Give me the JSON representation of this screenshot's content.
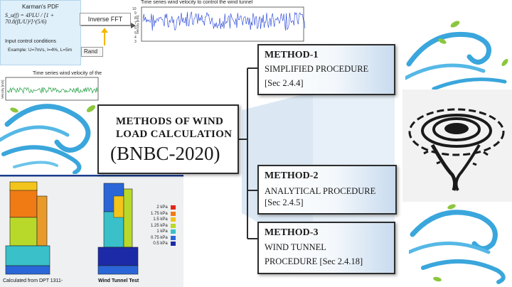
{
  "top_panel": {
    "pdf_title": "Karman's PDF",
    "formula": "S_u(f) = 4I²LU / [1 + 70.8(fL/U)²]^(5/6)",
    "input_label": "Input control conditions",
    "example": "Example:   U=7m/s, I=4%, L=5m",
    "ifft_label": "Inverse FFT",
    "random_button": "Rand",
    "plot1_title": "Time series wind velocity to control the wind tunnel",
    "plot2_title": "Time series wind velocity of the",
    "y_axis_label": "Velocity [m/s]",
    "plot1_y_ticks": [
      "10",
      "9",
      "8",
      "7",
      "6",
      "5",
      "4",
      "3"
    ]
  },
  "center": {
    "line1": "METHODS OF WIND",
    "line2": "LOAD CALCULATION",
    "line3": "(BNBC-2020)"
  },
  "methods": [
    {
      "title": "METHOD-1",
      "line1": "SIMPLIFIED PROCEDURE",
      "line2": "[Sec 2.4.4]"
    },
    {
      "title": "METHOD-2",
      "line1": "ANALYTICAL PROCEDURE",
      "line2": "[Sec 2.4.5]"
    },
    {
      "title": "METHOD-3",
      "line1": "WIND  TUNNEL",
      "line2": "PROCEDURE [Sec 2.4.18]"
    }
  ],
  "bottom_left": {
    "caption_left": "Calculated from DPT  1311-",
    "caption_right": "Wind Tunnel Test",
    "legend": [
      {
        "label": "2 kPa",
        "color": "#e0281a"
      },
      {
        "label": "1.75 kPa",
        "color": "#f07a14"
      },
      {
        "label": "1.5 kPa",
        "color": "#f2c41c"
      },
      {
        "label": "1.25 kPa",
        "color": "#b8d92a"
      },
      {
        "label": "1 kPa",
        "color": "#39c0c9"
      },
      {
        "label": "0.75 kPa",
        "color": "#2b66d8"
      },
      {
        "label": "0.5 kPa",
        "color": "#1c2aa8"
      }
    ]
  },
  "colors": {
    "box_border": "#2d2d2d",
    "fan_tint": "#dde9f5",
    "wind_blue": "#3aa6dc",
    "leaf_green": "#8cc63f"
  }
}
